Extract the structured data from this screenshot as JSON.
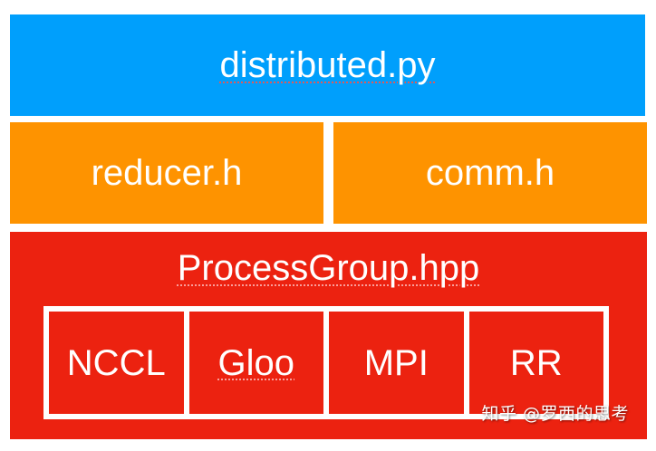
{
  "colors": {
    "top_layer": "#009ffc",
    "middle_layer": "#fe9300",
    "bottom_layer": "#ec2210",
    "border": "#ffffff",
    "text": "#ffffff"
  },
  "layers": {
    "top": {
      "label": "distributed.py"
    },
    "middle": [
      {
        "label": "reducer.h"
      },
      {
        "label": "comm.h"
      }
    ],
    "bottom": {
      "label": "ProcessGroup.hpp",
      "backends": [
        {
          "label": "NCCL"
        },
        {
          "label": "Gloo"
        },
        {
          "label": "MPI"
        },
        {
          "label": "RR"
        }
      ]
    }
  },
  "watermark": "知乎 @罗西的思考"
}
